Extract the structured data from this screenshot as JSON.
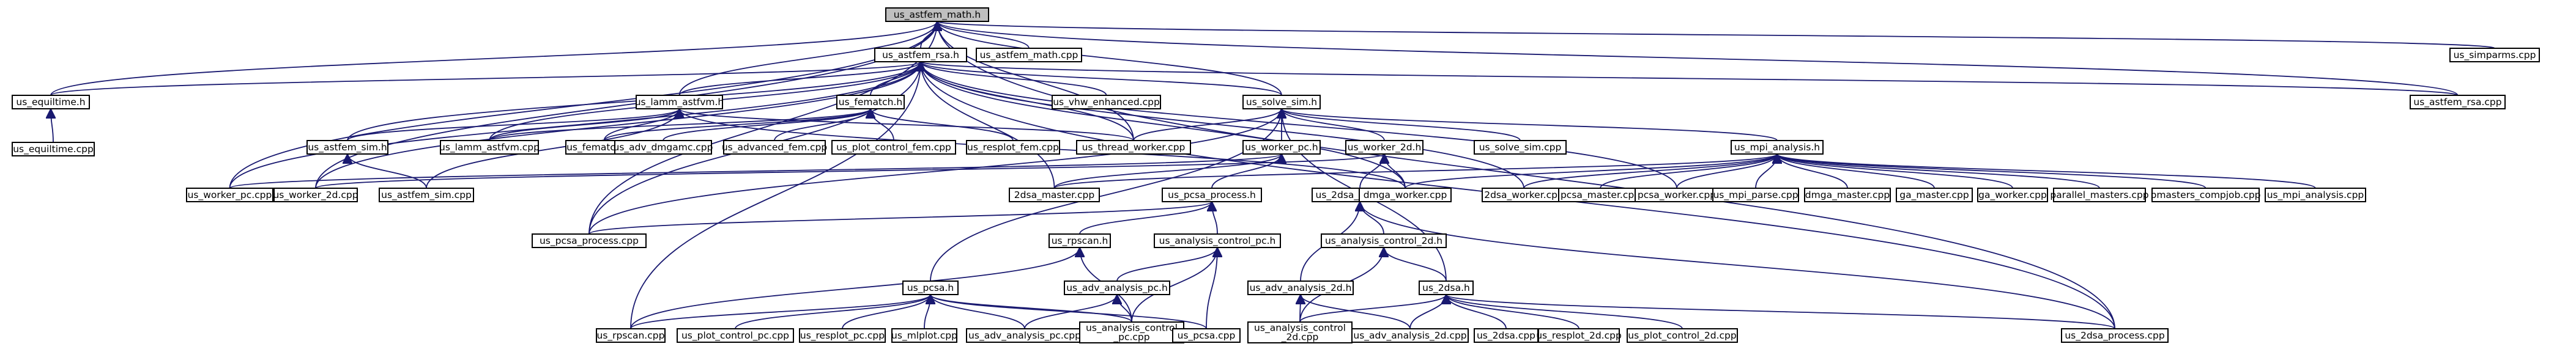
{
  "graph": {
    "nodes": [
      {
        "id": "root",
        "label": "us_astfem_math.h",
        "root": true
      },
      {
        "id": "rsa_h",
        "label": "us_astfem_rsa.h"
      },
      {
        "id": "math_cpp",
        "label": "us_astfem_math.cpp"
      },
      {
        "id": "simparms",
        "label": "us_simparms.cpp"
      },
      {
        "id": "equiltime_h",
        "label": "us_equiltime.h"
      },
      {
        "id": "equiltime_cpp",
        "label": "us_equiltime.cpp"
      },
      {
        "id": "rsa_cpp",
        "label": "us_astfem_rsa.cpp"
      },
      {
        "id": "lamm_h",
        "label": "us_lamm_astfvm.h"
      },
      {
        "id": "fematch_h",
        "label": "us_fematch.h"
      },
      {
        "id": "rhe",
        "label": "us_vhw_enhanced.cpp"
      },
      {
        "id": "solve_h",
        "label": "us_solve_sim.h"
      },
      {
        "id": "sim_h",
        "label": "us_astfem_sim.h"
      },
      {
        "id": "lamm_cpp",
        "label": "us_lamm_astfvm.cpp"
      },
      {
        "id": "fematch_cpp",
        "label": "us_fematch.cpp"
      },
      {
        "id": "adv_dmga",
        "label": "us_adv_dmgamc.cpp"
      },
      {
        "id": "adv_fem",
        "label": "us_advanced_fem.cpp"
      },
      {
        "id": "plot_ctl_fem",
        "label": "us_plot_control_fem.cpp"
      },
      {
        "id": "resplot_fem",
        "label": "us_resplot_fem.cpp"
      },
      {
        "id": "thread_worker",
        "label": "us_thread_worker.cpp"
      },
      {
        "id": "worker_pc_h",
        "label": "us_worker_pc.h"
      },
      {
        "id": "worker_2d_h",
        "label": "us_worker_2d.h"
      },
      {
        "id": "solve_sim_cpp",
        "label": "us_solve_sim.cpp"
      },
      {
        "id": "mpi_h",
        "label": "us_mpi_analysis.h"
      },
      {
        "id": "sim_cpp",
        "label": "us_astfem_sim.cpp"
      },
      {
        "id": "worker_pc_cpp",
        "label": "us_worker_pc.cpp"
      },
      {
        "id": "worker_2d_cpp",
        "label": "us_worker_2d.cpp"
      },
      {
        "id": "dsa2_master",
        "label": "2dsa_master.cpp"
      },
      {
        "id": "pcsa_proc_h",
        "label": "us_pcsa_process.h"
      },
      {
        "id": "dsa2_proc_h",
        "label": "us_2dsa_process.h"
      },
      {
        "id": "dmga_worker",
        "label": "dmga_worker.cpp"
      },
      {
        "id": "dsa2_worker",
        "label": "2dsa_worker.cpp"
      },
      {
        "id": "pcsa_master",
        "label": "pcsa_master.cpp"
      },
      {
        "id": "pcsa_worker",
        "label": "pcsa_worker.cpp"
      },
      {
        "id": "mpi_parse",
        "label": "us_mpi_parse.cpp"
      },
      {
        "id": "dmga_master",
        "label": "dmga_master.cpp"
      },
      {
        "id": "ga_master",
        "label": "ga_master.cpp"
      },
      {
        "id": "ga_worker",
        "label": "ga_worker.cpp"
      },
      {
        "id": "parallel_masters",
        "label": "parallel_masters.cpp"
      },
      {
        "id": "pmasters",
        "label": "pmasters_compjob.cpp"
      },
      {
        "id": "mpi_cpp",
        "label": "us_mpi_analysis.cpp"
      },
      {
        "id": "pcsa_proc_cpp",
        "label": "us_pcsa_process.cpp"
      },
      {
        "id": "rpscan_h",
        "label": "us_rpscan.h"
      },
      {
        "id": "acpc_h",
        "label": "us_analysis_control_pc.h"
      },
      {
        "id": "ac2d_h",
        "label": "us_analysis_control_2d.h"
      },
      {
        "id": "adv_pc_h",
        "label": "us_adv_analysis_pc.h"
      },
      {
        "id": "adv_2d_h",
        "label": "us_adv_analysis_2d.h"
      },
      {
        "id": "pcsa_h",
        "label": "us_pcsa.h"
      },
      {
        "id": "dsa2_h",
        "label": "us_2dsa.h"
      },
      {
        "id": "rpscan_cpp",
        "label": "us_rpscan.cpp"
      },
      {
        "id": "plot_ctl_pc",
        "label": "us_plot_control_pc.cpp"
      },
      {
        "id": "resplot_pc",
        "label": "us_resplot_pc.cpp"
      },
      {
        "id": "mlplot",
        "label": "us_mlplot.cpp"
      },
      {
        "id": "adv_pc_cpp",
        "label": "us_adv_analysis_pc.cpp"
      },
      {
        "id": "acpc_cpp",
        "label": "us_analysis_control\n_pc.cpp"
      },
      {
        "id": "pcsa_cpp",
        "label": "us_pcsa.cpp"
      },
      {
        "id": "ac2d_cpp",
        "label": "us_analysis_control\n_2d.cpp"
      },
      {
        "id": "adv_2d_cpp",
        "label": "us_adv_analysis_2d.cpp"
      },
      {
        "id": "dsa2_cpp",
        "label": "us_2dsa.cpp"
      },
      {
        "id": "resplot_2d",
        "label": "us_resplot_2d.cpp"
      },
      {
        "id": "plot_ctl_2d",
        "label": "us_plot_control_2d.cpp"
      },
      {
        "id": "dsa2_proc_cpp",
        "label": "us_2dsa_process.cpp"
      }
    ],
    "edges": [
      [
        "rsa_h",
        "root"
      ],
      [
        "math_cpp",
        "root"
      ],
      [
        "simparms",
        "root"
      ],
      [
        "equiltime_h",
        "root"
      ],
      [
        "lamm_h",
        "root"
      ],
      [
        "solve_h",
        "root"
      ],
      [
        "thread_worker",
        "root"
      ],
      [
        "rsa_cpp",
        "root"
      ],
      [
        "pcsa_proc_cpp",
        "root"
      ],
      [
        "worker_pc_cpp",
        "root"
      ],
      [
        "worker_2d_cpp",
        "root"
      ],
      [
        "dsa2_proc_cpp",
        "root"
      ],
      [
        "equiltime_cpp",
        "equiltime_h"
      ],
      [
        "equiltime_h",
        "rsa_h"
      ],
      [
        "rsa_cpp",
        "rsa_h"
      ],
      [
        "lamm_h",
        "rsa_h"
      ],
      [
        "fematch_h",
        "rsa_h"
      ],
      [
        "rhe",
        "rsa_h"
      ],
      [
        "solve_h",
        "rsa_h"
      ],
      [
        "sim_h",
        "rsa_h"
      ],
      [
        "lamm_cpp",
        "rsa_h"
      ],
      [
        "thread_worker",
        "rsa_h"
      ],
      [
        "dmga_worker",
        "rsa_h"
      ],
      [
        "dsa2_worker",
        "rsa_h"
      ],
      [
        "pcsa_worker",
        "rsa_h"
      ],
      [
        "dsa2_master",
        "rsa_h"
      ],
      [
        "worker_pc_cpp",
        "rsa_h"
      ],
      [
        "worker_2d_cpp",
        "rsa_h"
      ],
      [
        "pcsa_proc_cpp",
        "rsa_h"
      ],
      [
        "dsa2_proc_cpp",
        "rsa_h"
      ],
      [
        "rpscan_cpp",
        "rsa_h"
      ],
      [
        "lamm_cpp",
        "lamm_h"
      ],
      [
        "fematch_cpp",
        "lamm_h"
      ],
      [
        "sim_cpp",
        "lamm_h"
      ],
      [
        "thread_worker",
        "lamm_h"
      ],
      [
        "dmga_worker",
        "lamm_h"
      ],
      [
        "sim_h",
        "lamm_h"
      ],
      [
        "fematch_cpp",
        "fematch_h"
      ],
      [
        "adv_dmga",
        "fematch_h"
      ],
      [
        "adv_fem",
        "fematch_h"
      ],
      [
        "plot_ctl_fem",
        "fematch_h"
      ],
      [
        "resplot_fem",
        "fematch_h"
      ],
      [
        "lamm_cpp",
        "fematch_h"
      ],
      [
        "sim_cpp",
        "sim_h"
      ],
      [
        "thread_worker",
        "solve_h"
      ],
      [
        "worker_pc_h",
        "solve_h"
      ],
      [
        "worker_2d_h",
        "solve_h"
      ],
      [
        "solve_sim_cpp",
        "solve_h"
      ],
      [
        "mpi_h",
        "solve_h"
      ],
      [
        "dsa2_h",
        "solve_h"
      ],
      [
        "pcsa_h",
        "solve_h"
      ],
      [
        "pcsa_proc_cpp",
        "solve_h"
      ],
      [
        "worker_pc_cpp",
        "worker_pc_h"
      ],
      [
        "pcsa_proc_h",
        "worker_pc_h"
      ],
      [
        "dsa2_master",
        "worker_pc_h"
      ],
      [
        "worker_2d_cpp",
        "worker_2d_h"
      ],
      [
        "dsa2_proc_h",
        "worker_2d_h"
      ],
      [
        "dmga_worker",
        "worker_2d_h"
      ],
      [
        "dsa2_worker",
        "mpi_h"
      ],
      [
        "pcsa_master",
        "mpi_h"
      ],
      [
        "pcsa_worker",
        "mpi_h"
      ],
      [
        "mpi_parse",
        "mpi_h"
      ],
      [
        "dmga_master",
        "mpi_h"
      ],
      [
        "ga_master",
        "mpi_h"
      ],
      [
        "ga_worker",
        "mpi_h"
      ],
      [
        "parallel_masters",
        "mpi_h"
      ],
      [
        "pmasters",
        "mpi_h"
      ],
      [
        "mpi_cpp",
        "mpi_h"
      ],
      [
        "dsa2_master",
        "mpi_h"
      ],
      [
        "dmga_worker",
        "mpi_h"
      ],
      [
        "pcsa_proc_cpp",
        "pcsa_proc_h"
      ],
      [
        "rpscan_h",
        "pcsa_proc_h"
      ],
      [
        "acpc_h",
        "pcsa_proc_h"
      ],
      [
        "dsa2_proc_cpp",
        "dsa2_proc_h"
      ],
      [
        "ac2d_h",
        "dsa2_proc_h"
      ],
      [
        "adv_2d_h",
        "dsa2_proc_h"
      ],
      [
        "rpscan_cpp",
        "rpscan_h"
      ],
      [
        "acpc_cpp",
        "rpscan_h"
      ],
      [
        "adv_pc_h",
        "acpc_h"
      ],
      [
        "acpc_cpp",
        "acpc_h"
      ],
      [
        "pcsa_cpp",
        "acpc_h"
      ],
      [
        "adv_pc_cpp",
        "adv_pc_h"
      ],
      [
        "acpc_cpp",
        "adv_pc_h"
      ],
      [
        "dsa2_h",
        "ac2d_h"
      ],
      [
        "ac2d_cpp",
        "ac2d_h"
      ],
      [
        "adv_2d_cpp",
        "adv_2d_h"
      ],
      [
        "ac2d_cpp",
        "adv_2d_h"
      ],
      [
        "rpscan_cpp",
        "pcsa_h"
      ],
      [
        "plot_ctl_pc",
        "pcsa_h"
      ],
      [
        "resplot_pc",
        "pcsa_h"
      ],
      [
        "mlplot",
        "pcsa_h"
      ],
      [
        "adv_pc_cpp",
        "pcsa_h"
      ],
      [
        "acpc_cpp",
        "pcsa_h"
      ],
      [
        "pcsa_cpp",
        "pcsa_h"
      ],
      [
        "ac2d_cpp",
        "dsa2_h"
      ],
      [
        "adv_2d_cpp",
        "dsa2_h"
      ],
      [
        "dsa2_cpp",
        "dsa2_h"
      ],
      [
        "resplot_2d",
        "dsa2_h"
      ],
      [
        "plot_ctl_2d",
        "dsa2_h"
      ],
      [
        "dsa2_proc_cpp",
        "dsa2_h"
      ]
    ]
  }
}
